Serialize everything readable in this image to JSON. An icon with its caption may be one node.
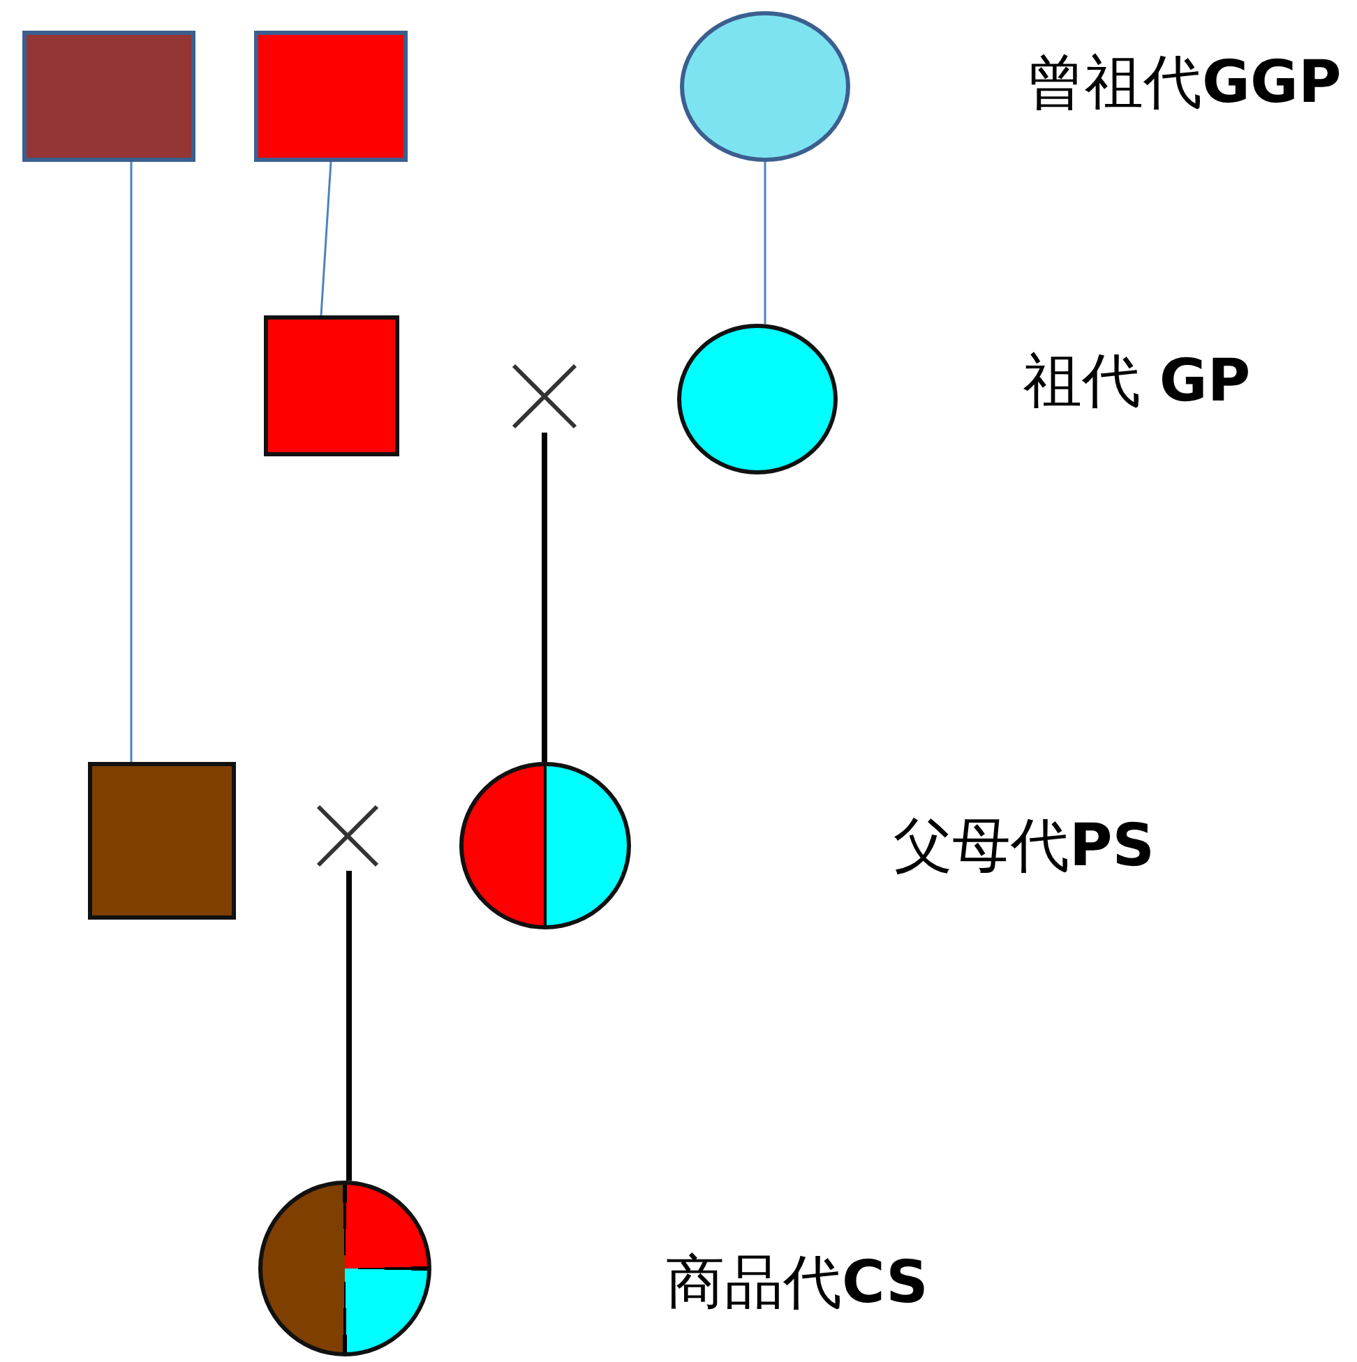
{
  "diagram": {
    "nodes": [
      {
        "text": [],
        "shape": "box"
      },
      {
        "text": [],
        "shape": "box"
      },
      {
        "text": [],
        "shape": "circle"
      },
      {
        "text": [],
        "shape": "box"
      },
      {
        "text": [],
        "shape": "cross"
      },
      {
        "text": [],
        "shape": "circle"
      },
      {
        "text": [],
        "shape": "box"
      },
      {
        "text": [],
        "shape": "cross"
      },
      {
        "text": [],
        "shape": "circle"
      },
      {
        "text": [],
        "shape": "circle"
      }
    ],
    "edges": [
      {
        "from": 0,
        "to": 6,
        "arrow": "none"
      },
      {
        "from": 1,
        "to": 3,
        "arrow": "none"
      },
      {
        "from": 2,
        "to": 5,
        "arrow": "none"
      },
      {
        "from": 4,
        "to": 8,
        "arrow": "none",
        "style": "thick",
        "color": "#000000"
      },
      {
        "from": 7,
        "to": 9,
        "arrow": "none",
        "style": "thick",
        "color": "#000000"
      }
    ],
    "labels": [
      "曾祖代**GGP**",
      "祖代 **GP**",
      "父母代**PS**",
      "商品代**CS**"
    ]
  }
}
